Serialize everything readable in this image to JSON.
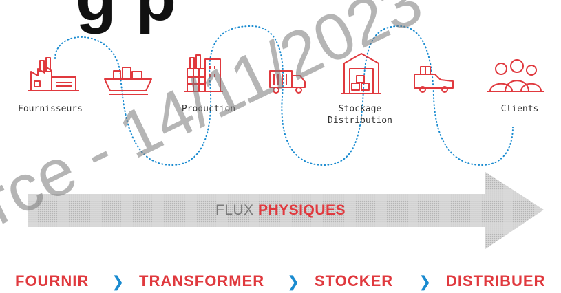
{
  "header_partial": "g p",
  "labels": {
    "fournisseurs": "Fournisseurs",
    "production": "Production",
    "stockage_line1": "Stockage",
    "stockage_line2": "Distribution",
    "clients": "Clients"
  },
  "flux": {
    "part1": "FLUX ",
    "part2": "PHYSIQUES"
  },
  "steps": [
    "FOURNIR",
    "TRANSFORMER",
    "STOCKER",
    "DISTRIBUER"
  ],
  "chevron": "❯",
  "watermark": "rce - 14/11/2023",
  "colors": {
    "red": "#e0393e",
    "blue": "#1a8bd0",
    "arrow": "#c8c8c8",
    "text": "#333333"
  },
  "icons": [
    "factory-icon",
    "ship-icon",
    "production-building-icon",
    "truck-icon",
    "warehouse-icon",
    "delivery-van-icon",
    "people-icon"
  ]
}
